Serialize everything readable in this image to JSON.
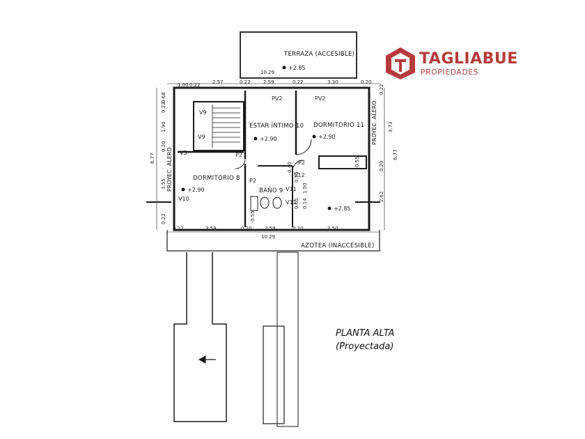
{
  "brand": {
    "name": "TAGLIABUE",
    "subtitle": "PROPIEDADES",
    "color": "#b53a3c"
  },
  "caption": {
    "title": "PLANTA ALTA",
    "subtitle": "(Proyectada)"
  },
  "rooms": {
    "terraza": "TERRAZA (ACCESIBLE)",
    "terraza_level": "+2.85",
    "estar": "ESTAR ÍNTIMO 10",
    "estar_level": "+2.90",
    "dorm11": "DORMITORIO 11",
    "dorm11_level": "+2.90",
    "dorm8": "DORMITORIO 8",
    "dorm8_level": "+2.90",
    "bano": "BAÑO 9",
    "bano_level": "+2.85",
    "azotea": "AZOTEA (INACCESIBLE)",
    "proyec_left": "PROYEC. ALERO",
    "proyec_right": "PROYEC. ALERO"
  },
  "openings": {
    "v9a": "V9",
    "v9b": "V9",
    "v5": "V5",
    "v10": "V10",
    "v11a": "V11",
    "v11b": "V11",
    "v12": "V12",
    "pv2a": "PV2",
    "pv2b": "PV2",
    "p2a": "P2",
    "p2b": "P2",
    "p2c": "P2"
  },
  "dimensions": {
    "top_total": "10.29",
    "top_1": "1.00",
    "top_2": "0.22",
    "top_3": "2.57",
    "top_4": "0.22",
    "top_5": "2.59",
    "top_6": "0.22",
    "top_7": "3.30",
    "top_8": "0.20",
    "bot_1": "0.22",
    "bot_2": "3.59",
    "bot_3": "0.20",
    "bot_4": "2.59",
    "bot_5": "0.20",
    "bot_6": "3.50",
    "bot_total": "10.29",
    "left_1": "0.68",
    "left_2": "0.22",
    "left_3": "1.90",
    "left_4": "0.20",
    "left_5": "3.55",
    "left_6": "0.22",
    "left_total": "6.77",
    "right_1": "0.22",
    "right_2": "3.73",
    "right_3": "0.20",
    "right_4": "2.62",
    "right_total": "6.77",
    "inner_1": "0.55",
    "inner_2": "0.55",
    "inner_3": "0.40",
    "inner_4": "1.50",
    "inner_5": "0.15",
    "inner_6": "0.60",
    "inner_7": "0.14"
  }
}
